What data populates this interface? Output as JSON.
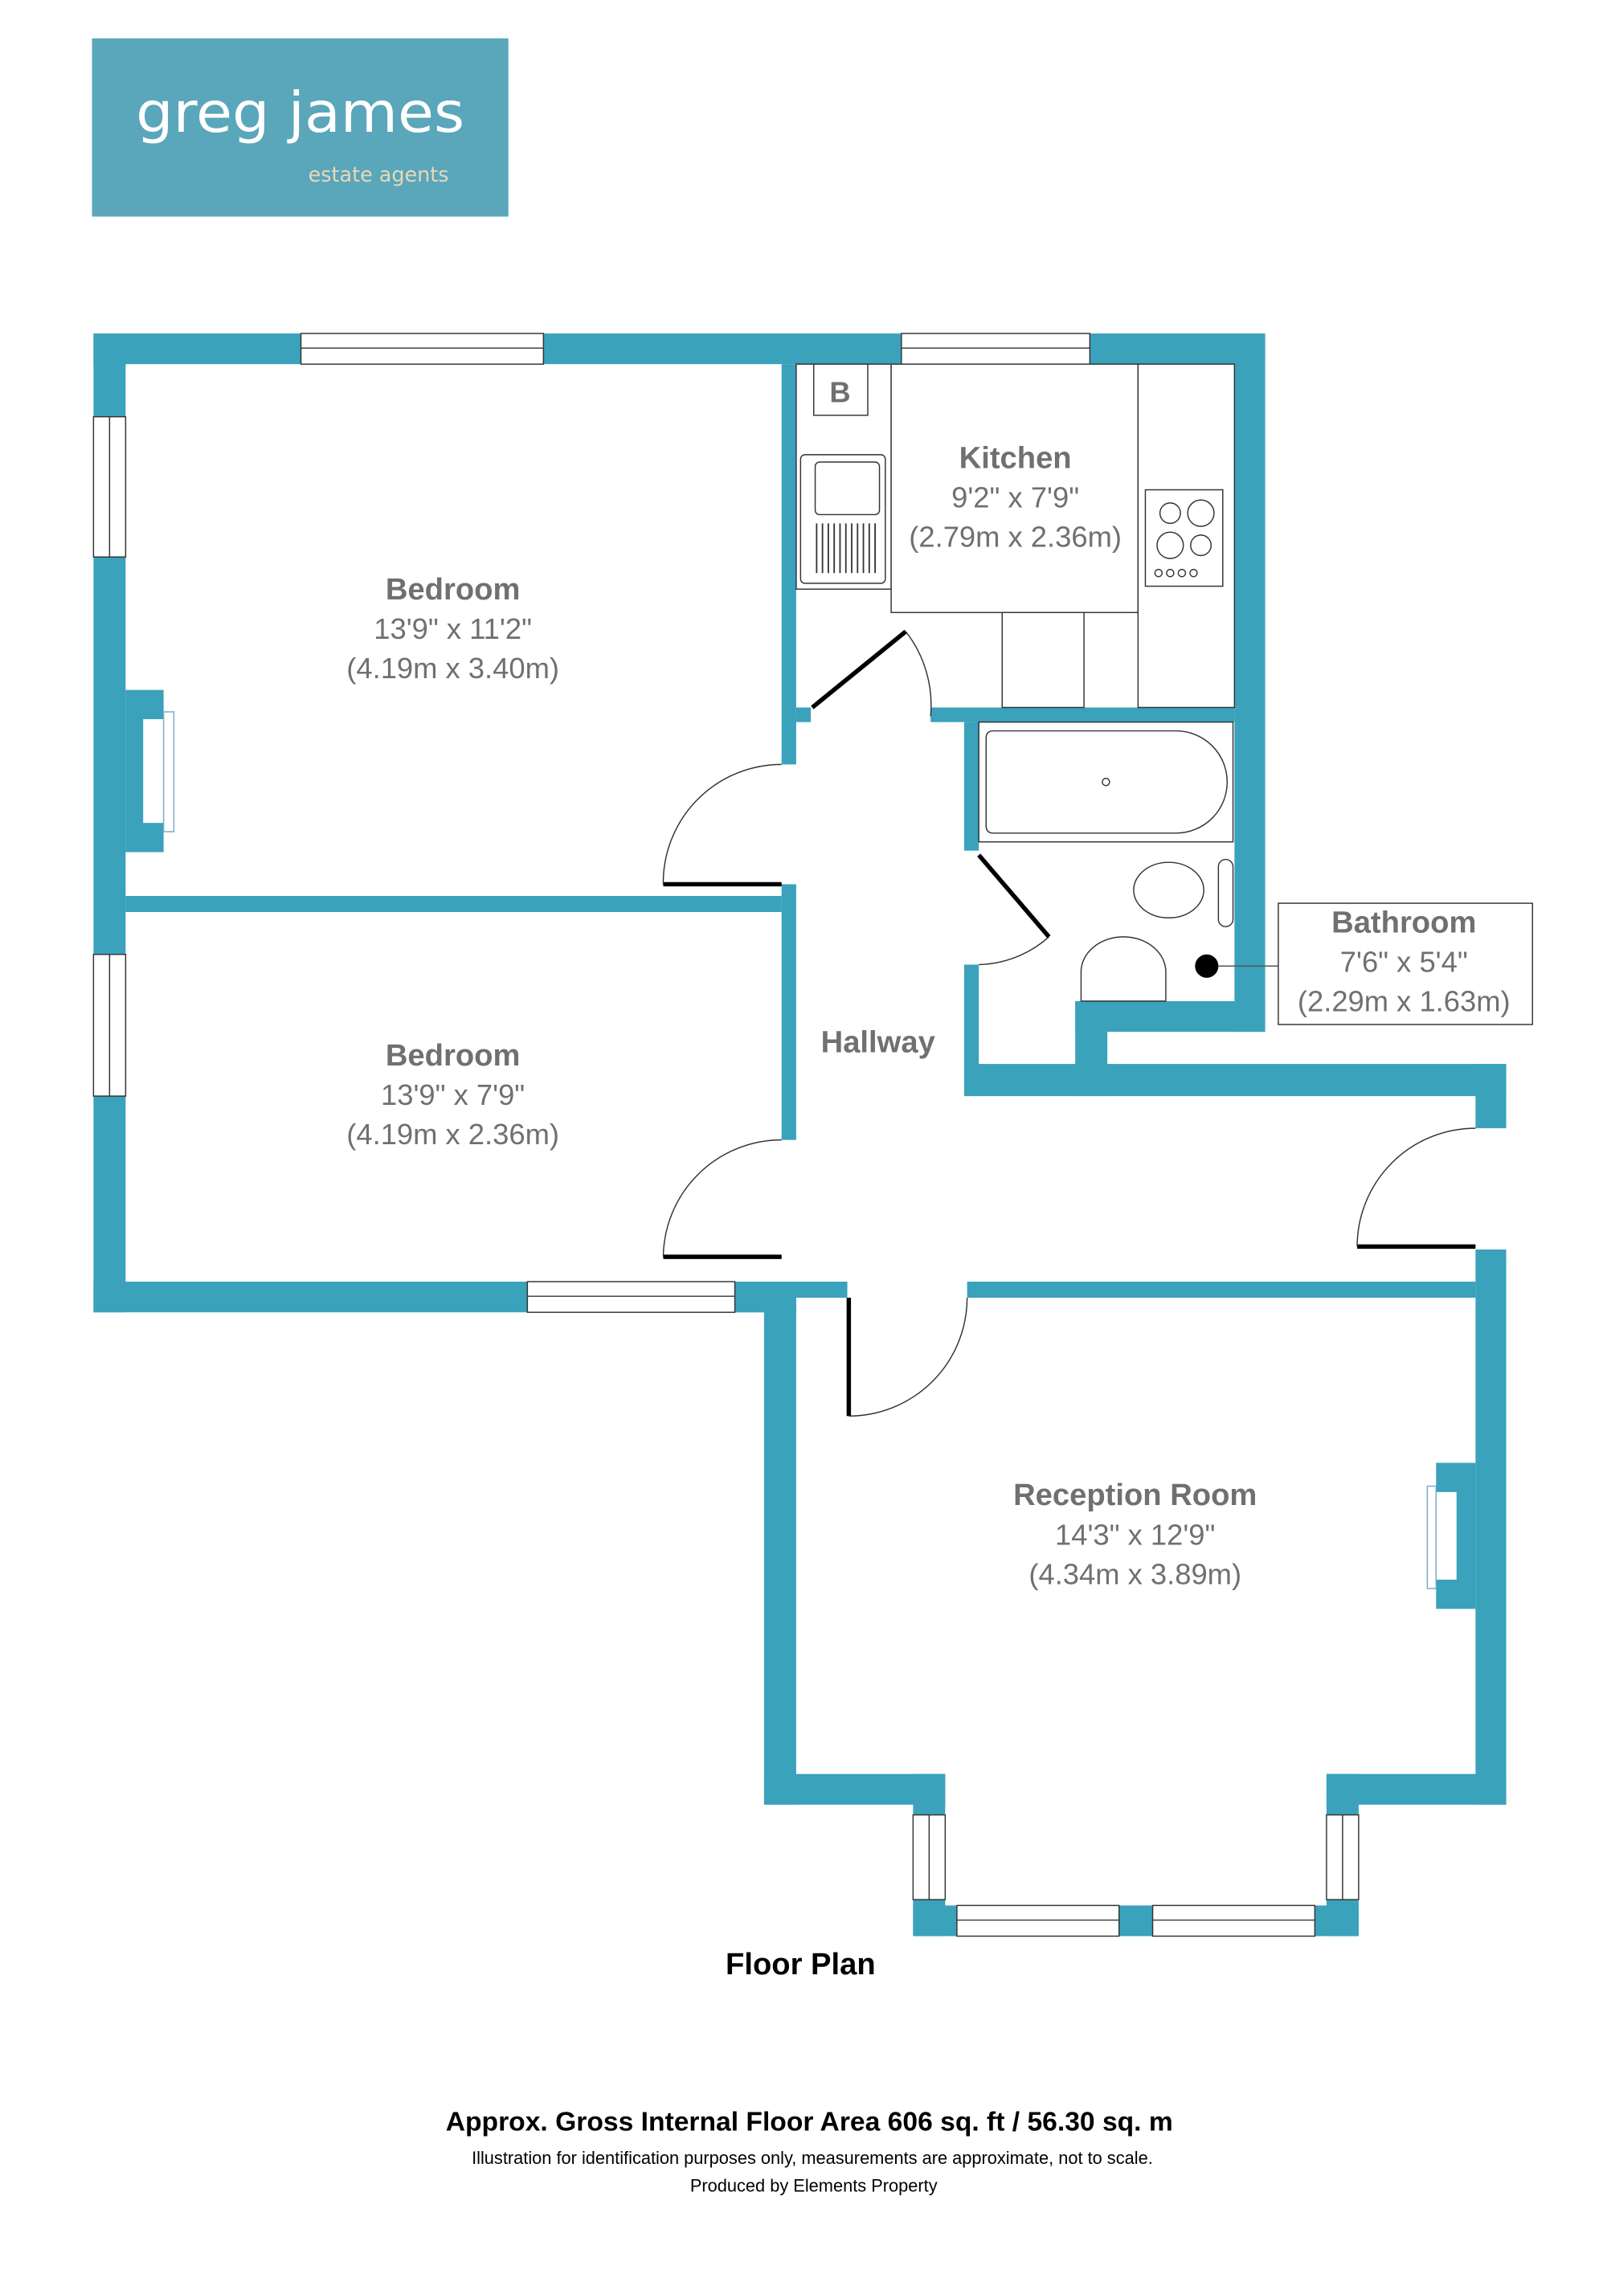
{
  "brand": {
    "name": "greg james",
    "tagline": "estate agents",
    "color": "#5aa6bb"
  },
  "wall_color": "#3aa2bb",
  "rooms": [
    {
      "name": "Bedroom",
      "imperial": "13'9\" x 11'2\"",
      "metric": "(4.19m x 3.40m)"
    },
    {
      "name": "Bedroom",
      "imperial": "13'9\" x 7'9\"",
      "metric": "(4.19m x 2.36m)"
    },
    {
      "name": "Kitchen",
      "imperial": "9'2\" x 7'9\"",
      "metric": "(2.79m x 2.36m)"
    },
    {
      "name": "Bathroom",
      "imperial": "7'6\" x 5'4\"",
      "metric": "(2.29m x 1.63m)"
    },
    {
      "name": "Hallway"
    },
    {
      "name": "Reception Room",
      "imperial": "14'3\" x 12'9\"",
      "metric": "(4.34m x 3.89m)"
    }
  ],
  "boiler_label": "B",
  "plan_title": "Floor Plan",
  "footer": {
    "area": "Approx. Gross Internal Floor Area 606 sq. ft / 56.30 sq. m",
    "disclaimer": "Illustration for identification purposes only, measurements are approximate, not to scale.",
    "producer": "Produced by Elements Property"
  }
}
